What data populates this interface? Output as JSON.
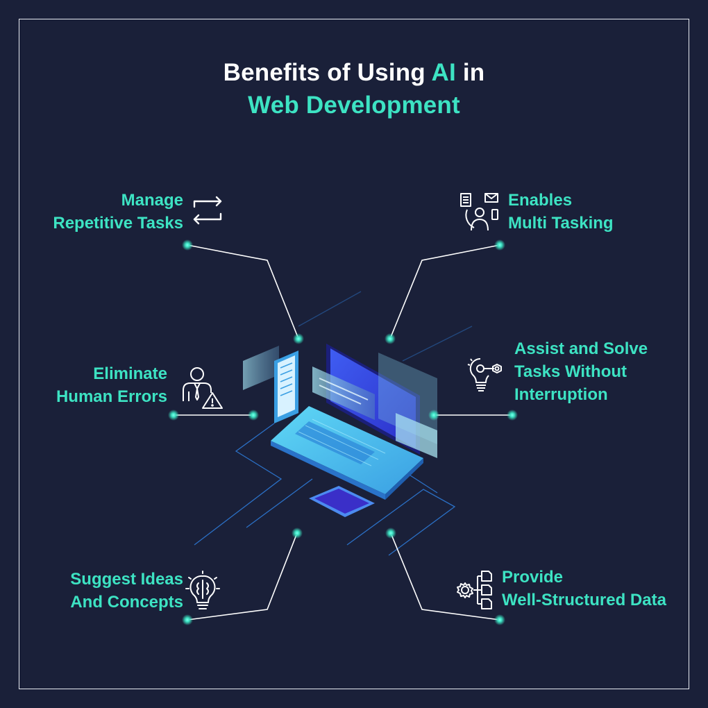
{
  "title": {
    "line1_pre": "Benefits of Using ",
    "line1_accent": "AI",
    "line1_post": " in",
    "line2": "Web Development"
  },
  "benefits": [
    {
      "line1": "Manage",
      "line2": "Repetitive Tasks",
      "icon": "repeat-arrows-icon"
    },
    {
      "line1": "Enables",
      "line2": "Multi Tasking",
      "icon": "multitasking-person-icon"
    },
    {
      "line1": "Eliminate",
      "line2": "Human Errors",
      "icon": "person-warning-icon"
    },
    {
      "line1": "Assist and Solve",
      "line2": "Tasks Without",
      "line3": "Interruption",
      "icon": "lightbulb-key-icon"
    },
    {
      "line1": "Suggest Ideas",
      "line2": "And Concepts",
      "icon": "brain-lightbulb-icon"
    },
    {
      "line1": "Provide",
      "line2": "Well-Structured Data",
      "icon": "structured-data-icon"
    }
  ],
  "colors": {
    "background": "#1a2039",
    "accent": "#3de3c3",
    "text": "#ffffff",
    "frame": "#e9ecf3"
  }
}
